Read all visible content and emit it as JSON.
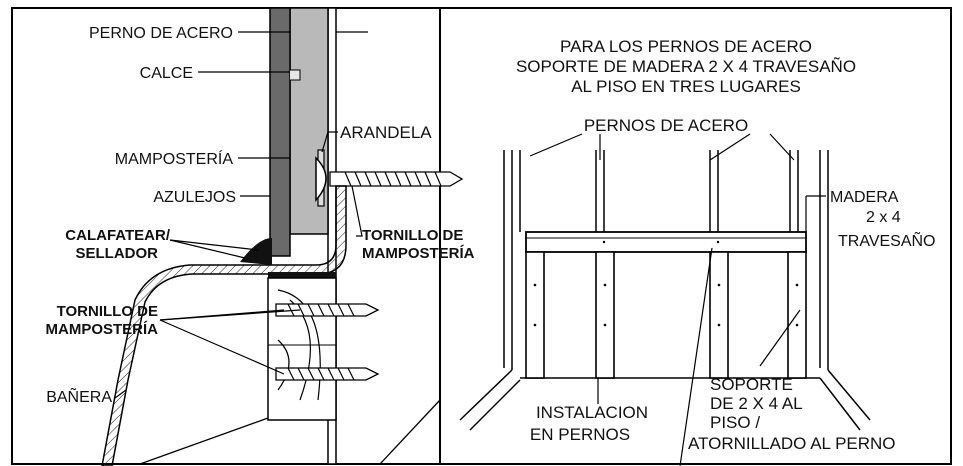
{
  "left_panel": {
    "steel_stud": "PERNO DE ACERO",
    "shim": "CALCE",
    "masonry": "MAMPOSTERÍA",
    "washer": "ARANDELA",
    "tiles": "AZULEJOS",
    "caulk_line1": "CALAFATEAR/",
    "caulk_line2": "SELLADOR",
    "screw_right_line1": "TORNILLO DE",
    "screw_right_line2": "MAMPOSTERÍA",
    "screw_left_line1": "TORNILLO DE",
    "screw_left_line2": "MAMPOSTERÍA",
    "tub": "BAÑERA"
  },
  "right_panel": {
    "heading_line1": "PARA LOS PERNOS DE ACERO",
    "heading_line2": "SOPORTE DE MADERA 2 X 4 TRAVESAÑO",
    "heading_line3": "AL PISO EN TRES LUGARES",
    "steel_studs": "PERNOS DE ACERO",
    "wood_line1": "MADERA",
    "wood_line2": "2 x 4",
    "wood_line3": "TRAVESAÑO",
    "support_line1": "SOPORTE",
    "support_line2": "DE 2 X 4 AL",
    "support_line3": "PISO /",
    "support_line4": "ATORNILLADO AL PERNO",
    "install_line1": "INSTALACION",
    "install_line2": "EN PERNOS"
  }
}
